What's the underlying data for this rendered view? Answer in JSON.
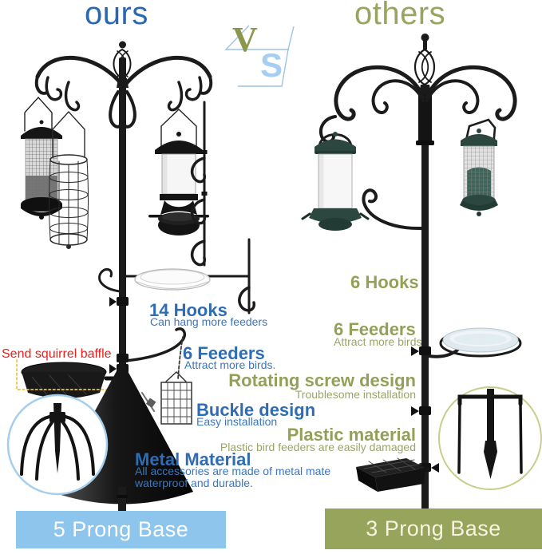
{
  "header": {
    "left_title": "ours",
    "right_title": "others",
    "vs": {
      "v": "V",
      "s": "S"
    }
  },
  "left_column": {
    "callout_baffle": "Send squirrel baffle",
    "features": [
      {
        "heading": "14 Hooks",
        "sub": "Can hang more feeders"
      },
      {
        "heading": "6 Feeders",
        "sub": "Attract more birds."
      },
      {
        "heading": "Buckle design",
        "sub": "Easy installation"
      },
      {
        "heading": "Metal Material",
        "sub": "All accessories are made of metal mate\nwaterproof and durable."
      }
    ],
    "banner": "5 Prong Base"
  },
  "right_column": {
    "features": [
      {
        "heading": "6 Hooks",
        "sub": ""
      },
      {
        "heading": "6 Feeders",
        "sub": "Attract more birds"
      },
      {
        "heading": "Rotating screw design",
        "sub": "Troublesome installation"
      },
      {
        "heading": "Plastic material",
        "sub": "Plastic bird feeders are easily damaged"
      }
    ],
    "banner": "3 Prong Base"
  },
  "colors": {
    "blue_heading": "#2e6cb4",
    "olive_heading": "#93a058",
    "red_callout": "#e8211d",
    "banner_blue": "#8ec5ec",
    "banner_olive": "#96a45c",
    "vs_v": "#8a974d",
    "vs_s": "#a6cdf2",
    "callout_dash": "#ecc23f"
  }
}
